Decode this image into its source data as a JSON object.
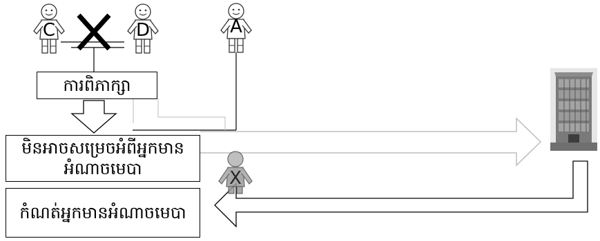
{
  "figures": {
    "c": {
      "label": "C"
    },
    "d": {
      "label": "D"
    },
    "a": {
      "label": "A"
    },
    "x": {
      "label": "X"
    }
  },
  "boxes": {
    "deliberation": "ការពិភាក្សា",
    "cannot_decide": "មិនអាចសម្រេចអំពីអ្នកមានអំណាចមេបា",
    "determine": "កំណត់អ្នកមានអំណាចមេបា"
  },
  "icons": {
    "cross": "cross-mark-icon",
    "building": "building-icon",
    "down_arrow": "down-arrow-icon",
    "right_arrow": "right-arrow-icon",
    "left_arrow": "left-arrow-icon"
  },
  "colors": {
    "line": "#000000",
    "arrow_outline": "#bdbdbd",
    "figure_x": "#8a8a8a"
  }
}
